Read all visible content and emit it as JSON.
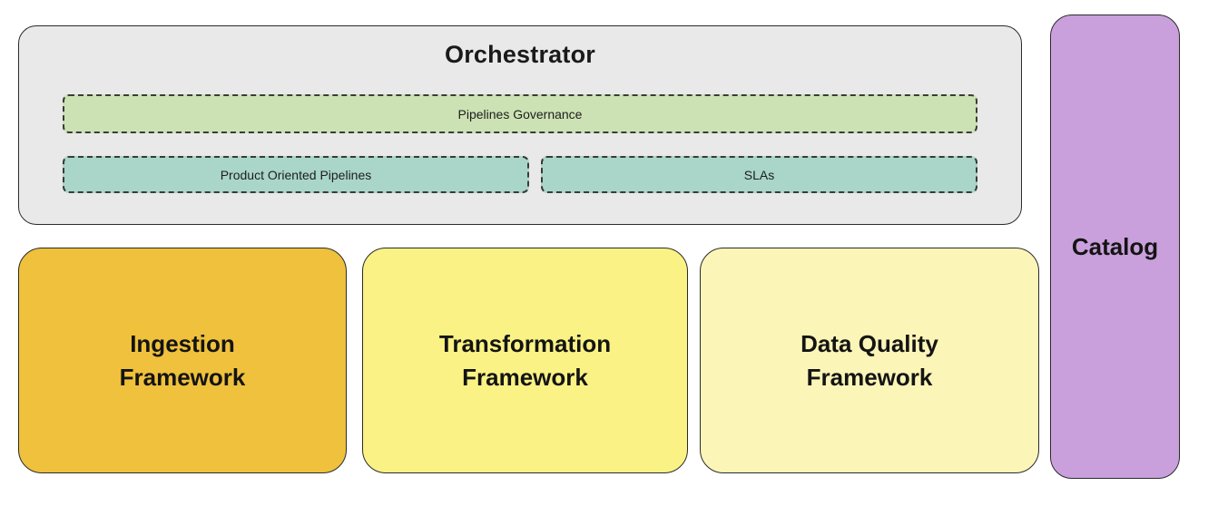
{
  "diagram": {
    "type": "data-platform-architecture",
    "orchestrator": {
      "title": "Orchestrator",
      "fill": "#E9E9E9",
      "items": [
        {
          "label": "Pipelines Governance",
          "fill": "#CDE2B4",
          "span": "full"
        },
        {
          "label": "Product Oriented Pipelines",
          "fill": "#A9D6C9",
          "span": "half"
        },
        {
          "label": "SLAs",
          "fill": "#A9D6C9",
          "span": "half"
        }
      ]
    },
    "frameworks": [
      {
        "line1": "Ingestion",
        "line2": "Framework",
        "fill": "#EFC13C"
      },
      {
        "line1": "Transformation",
        "line2": "Framework",
        "fill": "#FAF284"
      },
      {
        "line1": "Data Quality",
        "line2": "Framework",
        "fill": "#FBF5B7"
      }
    ],
    "catalog": {
      "label": "Catalog",
      "fill": "#C9A0DC"
    }
  }
}
